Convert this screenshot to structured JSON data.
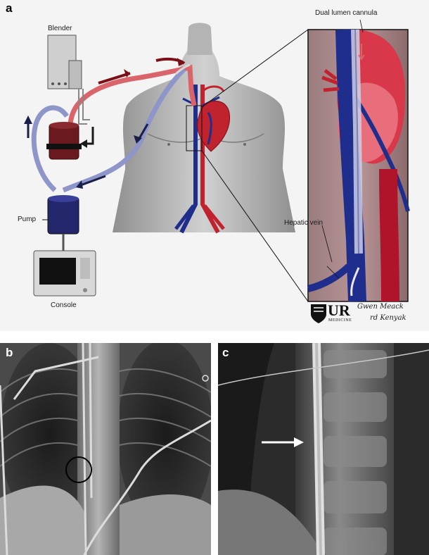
{
  "panels": {
    "a": {
      "letter": "a"
    },
    "b": {
      "letter": "b"
    },
    "c": {
      "letter": "c"
    }
  },
  "labels": {
    "blender": "Blender",
    "pump": "Pump",
    "console": "Console",
    "cannula": "Dual lumen cannula",
    "hepatic": "Hepatic vein"
  },
  "logo": {
    "brand": "UR",
    "sub": "MEDICINE"
  },
  "signature": {
    "line1": "Gwen Meack",
    "line2": "rd Kenyak"
  },
  "colors": {
    "arterial": "#c0232e",
    "venous": "#1f2d8c",
    "circuit_venous": "#8e95c8",
    "circuit_arterial": "#d9656b"
  }
}
